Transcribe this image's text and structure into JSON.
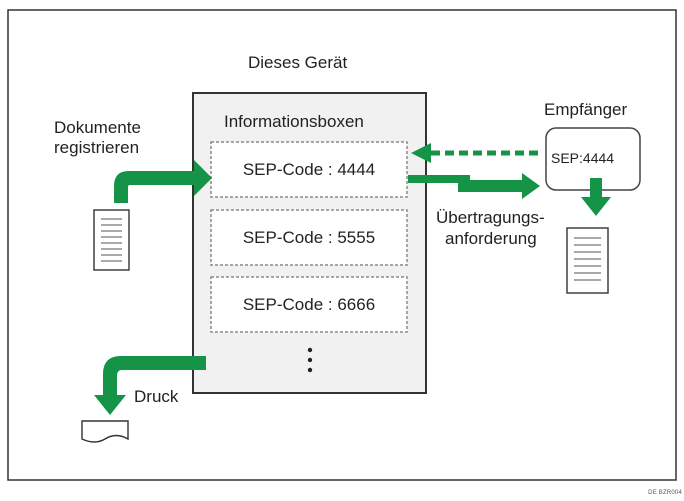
{
  "device_title": "Dieses Gerät",
  "info_boxes_title": "Informationsboxen",
  "register_label_line1": "Dokumente",
  "register_label_line2": "registrieren",
  "boxes": [
    {
      "label": "SEP-Code : 4444"
    },
    {
      "label": "SEP-Code : 5555"
    },
    {
      "label": "SEP-Code : 6666"
    }
  ],
  "recipient_title": "Empfänger",
  "recipient_code": "SEP:4444",
  "transfer_label_line1": "Übertragungs-",
  "transfer_label_line2": "anforderung",
  "print_label": "Druck",
  "figure_code": "DE BZR004",
  "colors": {
    "arrow_green": "#159447",
    "panel_gray": "#f1f1f1",
    "frame": "#333333",
    "dashed_border": "#8a8a8a"
  }
}
